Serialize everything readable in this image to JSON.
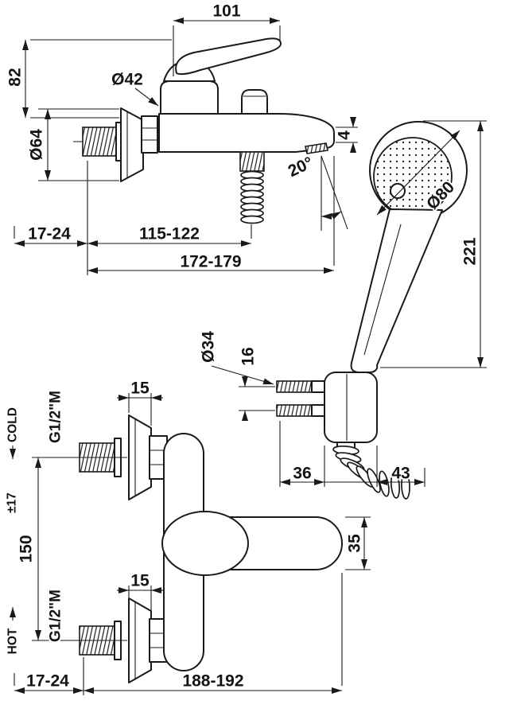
{
  "side": {
    "d101": "101",
    "d82": "82",
    "dia42": "Ø42",
    "dia64": "Ø64",
    "d4": "4",
    "angle20": "20°",
    "dia80": "Ø80",
    "d221": "221",
    "d17_24": "17-24",
    "d115_122": "115-122",
    "d172_179": "172-179"
  },
  "front": {
    "dia34": "Ø34",
    "d16": "16",
    "d36": "36",
    "d43": "43",
    "d15_cold": "15",
    "thread_cold": "G1/2\"M",
    "cold": "COLD",
    "d150": "150",
    "tol17": "±17",
    "d15_hot": "15",
    "thread_hot": "G1/2\"M",
    "hot": "HOT",
    "d35": "35",
    "d17_24": "17-24",
    "d188_192": "188-192"
  }
}
